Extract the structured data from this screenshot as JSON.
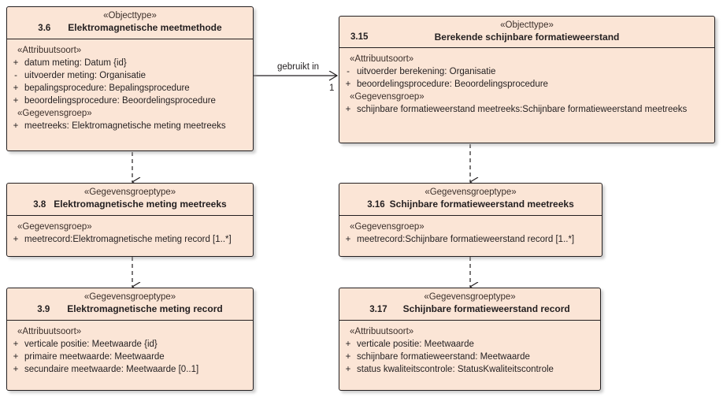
{
  "diagram": {
    "type": "uml-class-diagram",
    "colors": {
      "class_fill": "#fbe5d6",
      "border": "#231f20",
      "background": "#ffffff",
      "stereotype_text": "#3b2f2a"
    }
  },
  "classes": [
    {
      "id": "emm",
      "stereotype": "«Objecttype»",
      "number": "3.6",
      "name": "Elektromagnetische meetmethode",
      "sections": [
        {
          "label": "«Attribuutsoort»",
          "attributes": [
            {
              "visibility": "+",
              "text": "datum meting: Datum {id}"
            },
            {
              "visibility": "-",
              "text": "uitvoerder meting: Organisatie"
            },
            {
              "visibility": "+",
              "text": "bepalingsprocedure: Bepalingsprocedure"
            },
            {
              "visibility": "+",
              "text": "beoordelingsprocedure: Beoordelingsprocedure"
            }
          ]
        },
        {
          "label": "«Gegevensgroep»",
          "attributes": [
            {
              "visibility": "+",
              "text": "meetreeks: Elektromagnetische meting meetreeks"
            }
          ]
        }
      ]
    },
    {
      "id": "bsf",
      "stereotype": "«Objecttype»",
      "number": "3.15",
      "name": "Berekende schijnbare formatieweerstand",
      "sections": [
        {
          "label": "«Attribuutsoort»",
          "attributes": [
            {
              "visibility": "-",
              "text": "uitvoerder berekening: Organisatie"
            },
            {
              "visibility": "+",
              "text": "beoordelingsprocedure: Beoordelingsprocedure"
            }
          ]
        },
        {
          "label": "«Gegevensgroep»",
          "attributes": [
            {
              "visibility": "+",
              "text": "schijnbare formatieweerstand meetreeks:Schijnbare formatieweerstand meetreeks"
            }
          ]
        }
      ]
    },
    {
      "id": "emmr",
      "stereotype": "«Gegevensgroeptype»",
      "number": "3.8",
      "name": "Elektromagnetische meting meetreeks",
      "sections": [
        {
          "label": "«Gegevensgroep»",
          "attributes": [
            {
              "visibility": "+",
              "text": "meetrecord:Elektromagnetische meting record [1..*]"
            }
          ]
        }
      ]
    },
    {
      "id": "sfmr",
      "stereotype": "«Gegevensgroeptype»",
      "number": "3.16",
      "name": "Schijnbare formatieweerstand meetreeks",
      "sections": [
        {
          "label": "«Gegevensgroep»",
          "attributes": [
            {
              "visibility": "+",
              "text": "meetrecord:Schijnbare formatieweerstand record [1..*]"
            }
          ]
        }
      ]
    },
    {
      "id": "emrec",
      "stereotype": "«Gegevensgroeptype»",
      "number": "3.9",
      "name": "Elektromagnetische meting record",
      "sections": [
        {
          "label": "«Attribuutsoort»",
          "attributes": [
            {
              "visibility": "+",
              "text": "verticale positie: Meetwaarde {id}"
            },
            {
              "visibility": "+",
              "text": "primaire meetwaarde: Meetwaarde"
            },
            {
              "visibility": "+",
              "text": "secundaire meetwaarde: Meetwaarde [0..1]"
            }
          ]
        }
      ]
    },
    {
      "id": "sfrec",
      "stereotype": "«Gegevensgroeptype»",
      "number": "3.17",
      "name": "Schijnbare formatieweerstand record",
      "sections": [
        {
          "label": "«Attribuutsoort»",
          "attributes": [
            {
              "visibility": "+",
              "text": "verticale positie: Meetwaarde"
            },
            {
              "visibility": "+",
              "text": "schijnbare formatieweerstand: Meetwaarde"
            },
            {
              "visibility": "+",
              "text": "status kwaliteitscontrole: StatusKwaliteitscontrole"
            }
          ]
        }
      ]
    }
  ],
  "connectors": [
    {
      "id": "assoc-gebruikt-in",
      "kind": "association",
      "from": "3.6",
      "to": "3.15",
      "label": "gebruikt in",
      "target_multiplicity": "1"
    },
    {
      "id": "dep-3-6-to-3-8",
      "kind": "dependency",
      "from": "3.6",
      "to": "3.8",
      "label": ""
    },
    {
      "id": "dep-3-8-to-3-9",
      "kind": "dependency",
      "from": "3.8",
      "to": "3.9",
      "label": ""
    },
    {
      "id": "dep-3-15-to-3-16",
      "kind": "dependency",
      "from": "3.15",
      "to": "3.16",
      "label": ""
    },
    {
      "id": "dep-3-16-to-3-17",
      "kind": "dependency",
      "from": "3.16",
      "to": "3.17",
      "label": ""
    }
  ]
}
